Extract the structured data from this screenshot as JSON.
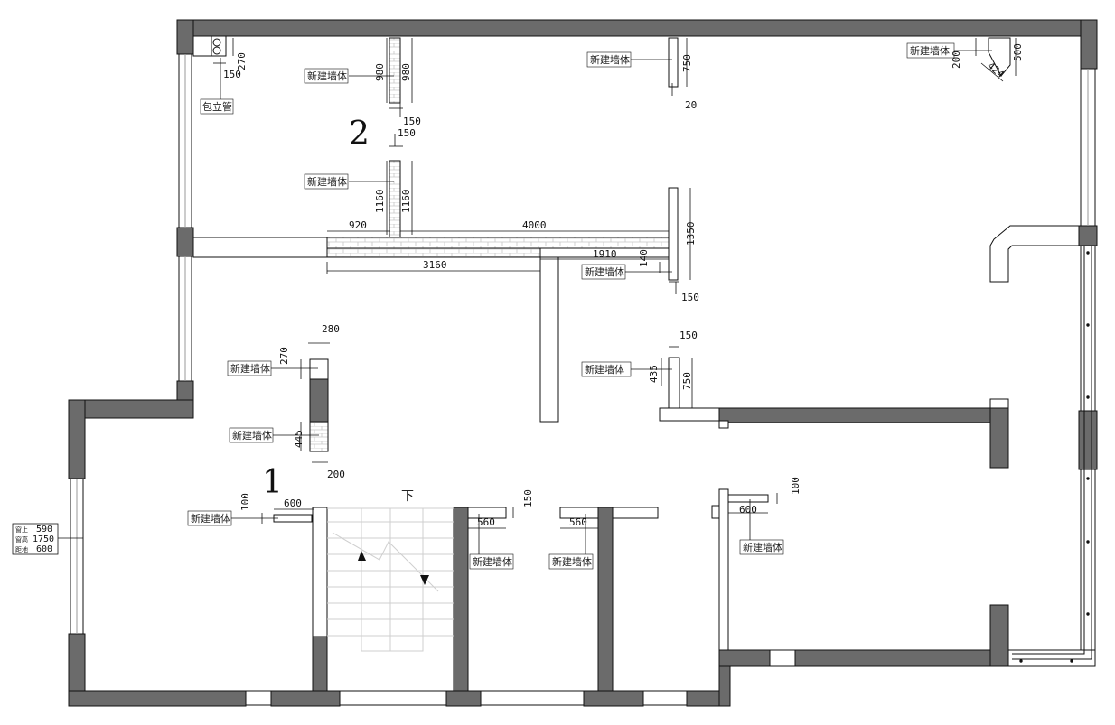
{
  "new_wall_label": "新建墙体",
  "pipe_label": "包立管",
  "down_label": "下",
  "room_numbers": [
    "1",
    "2"
  ],
  "window_info": {
    "rows": [
      {
        "label": "窗上",
        "value": "590"
      },
      {
        "label": "窗高",
        "value": "1750"
      },
      {
        "label": "距地",
        "value": "600"
      }
    ]
  },
  "dimensions": {
    "pipe_h": "270",
    "pipe_w": "150",
    "w2_top_h1": "980",
    "w2_top_h2": "980",
    "w2_top_w": "150",
    "w2_bot_w": "150",
    "w2_bot_h1": "1160",
    "w2_bot_h2": "1160",
    "top_mid_h": "750",
    "top_mid_w": "20",
    "top_right_h": "200",
    "top_right_diag": "424",
    "top_right_v": "500",
    "seg_920": "920",
    "seg_4000": "4000",
    "seg_1910": "1910",
    "seg_3160": "3160",
    "right_col_h": "1350",
    "right_col_small": "140",
    "right_col_w": "150",
    "left_box_w": "280",
    "left_box_h": "270",
    "left_lower_h": "445",
    "left_lower_w": "200",
    "mid_col_w": "150",
    "mid_col_h1": "435",
    "mid_col_h2": "750",
    "left_stub_h": "100",
    "left_stub_w": "600",
    "center_a_h": "150",
    "center_a_w": "560",
    "center_b_w": "560",
    "right_stub_h": "100",
    "right_stub_w": "600"
  },
  "colors": {
    "wall_fill": "#6b6b6b",
    "line": "#111111",
    "hatch": "#bdbdbd"
  }
}
